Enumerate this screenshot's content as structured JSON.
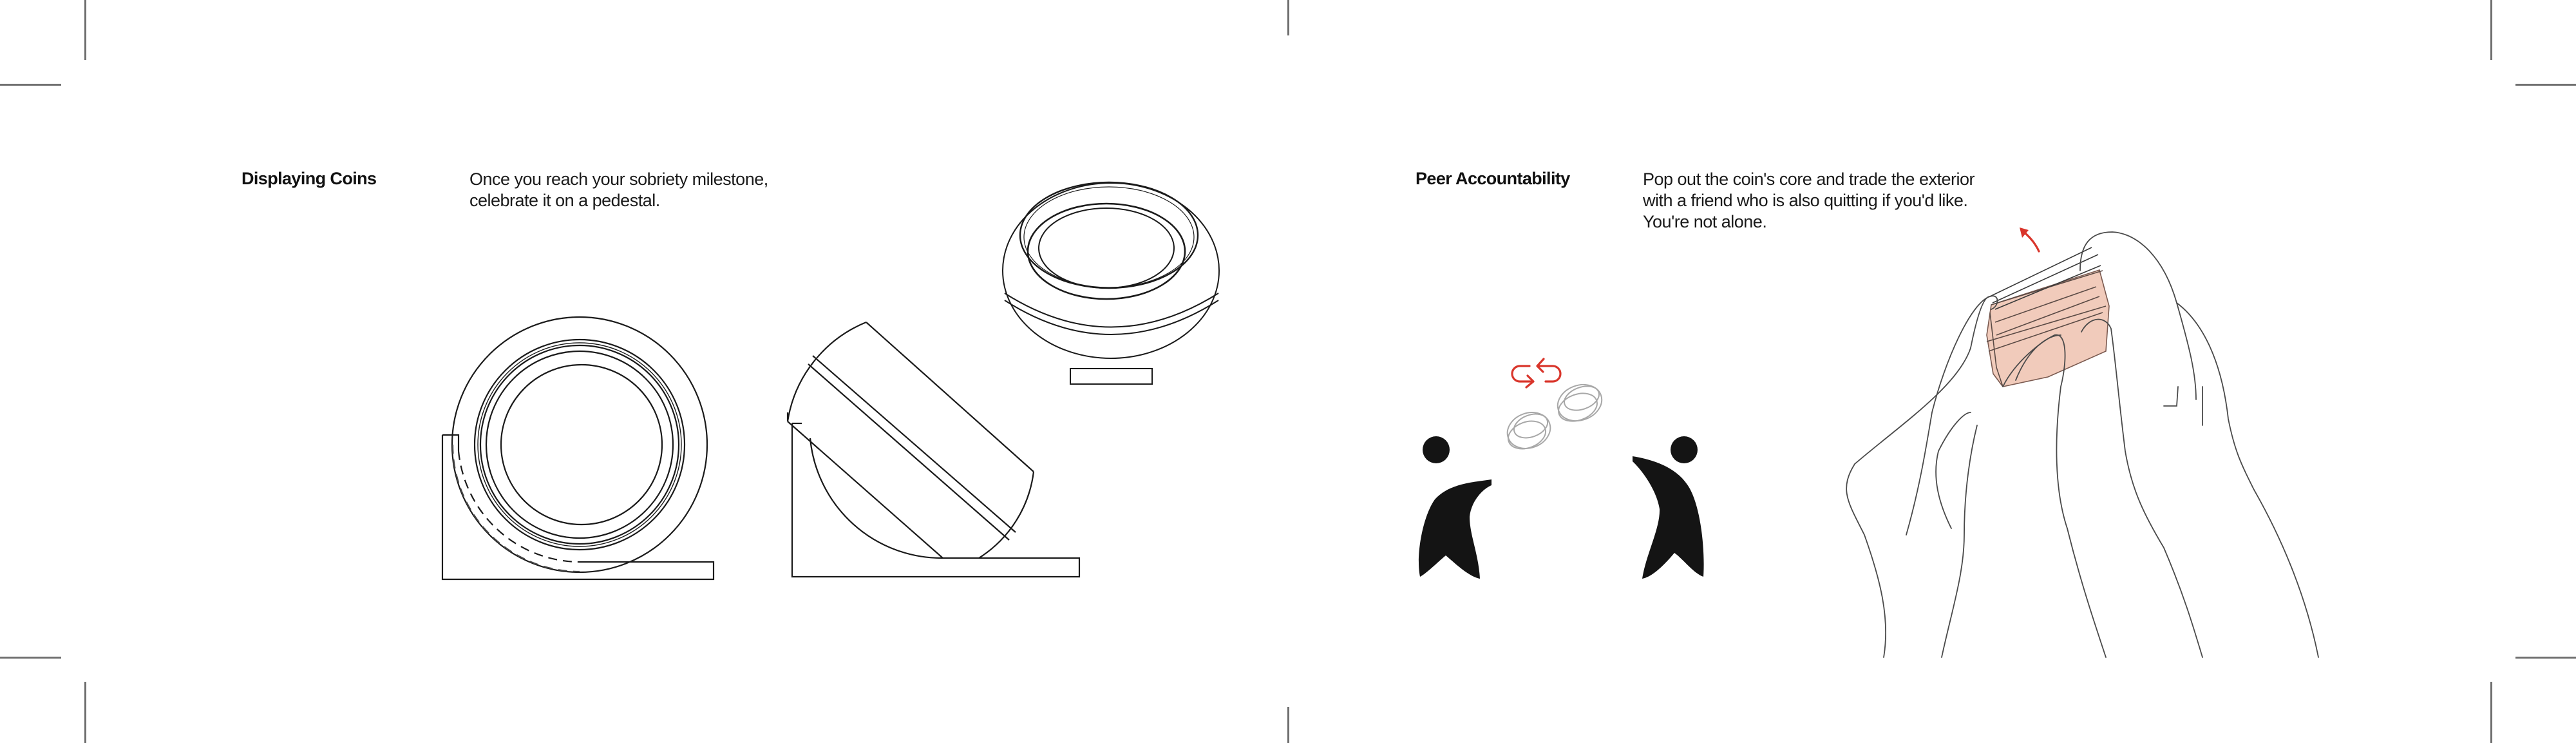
{
  "spread": {
    "left_page": {
      "heading": "Displaying Coins",
      "body_lines": [
        "Once you reach your sobriety milestone,",
        "celebrate it on a pedestal."
      ],
      "illustrations": [
        "coin-on-pedestal-front-view",
        "coin-tilted-on-pedestal-side-view",
        "coin-on-base-perspective-view"
      ]
    },
    "right_page": {
      "heading": "Peer Accountability",
      "body_lines": [
        "Pop out the coin's core and trade the exterior",
        "with a friend who is also quitting if you'd like.",
        "You're not alone."
      ],
      "illustrations": [
        "two-figures-exchanging-rings",
        "hands-popping-coin-core"
      ]
    }
  },
  "colors": {
    "background": "#ffffff",
    "text": "#111111",
    "line_art": "#1a1a1a",
    "accent_arrow": "#d9352b",
    "coin_core_fill": "#f1cbbb",
    "crop_marks": "#6f6f6f",
    "figure_fill": "#141414"
  },
  "icons": {
    "swap": "swap-arrows-icon",
    "pop_out": "pop-out-arrow-icon"
  }
}
